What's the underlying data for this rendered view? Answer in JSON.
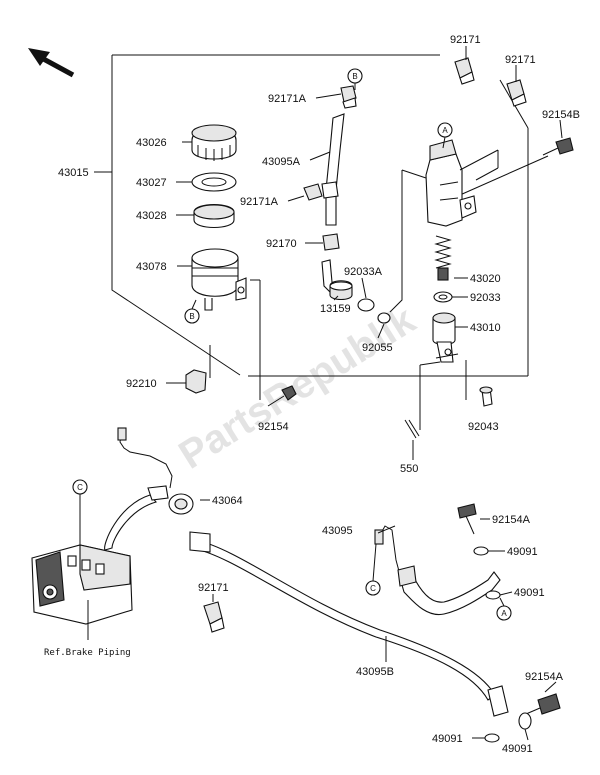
{
  "diagram": {
    "watermark": "PartsRepublik",
    "reference_note": "Ref.Brake Piping",
    "callouts": {
      "a": "A",
      "b": "B",
      "c": "C"
    },
    "part_labels": {
      "p43015": "43015",
      "p43026": "43026",
      "p43027": "43027",
      "p43028": "43028",
      "p43078": "43078",
      "p92210": "92210",
      "p92154": "92154",
      "p92171A_top": "92171A",
      "p43095A": "43095A",
      "p92171A_mid": "92171A",
      "p92170": "92170",
      "p92033A": "92033A",
      "p13159": "13159",
      "p92055": "92055",
      "p92171_a": "92171",
      "p92171_b": "92171",
      "p92154B": "92154B",
      "p43020": "43020",
      "p92033": "92033",
      "p43010": "43010",
      "p92043": "92043",
      "p550": "550",
      "p43064": "43064",
      "p92171_c": "92171",
      "p43095": "43095",
      "p92154A_top": "92154A",
      "p49091_1": "49091",
      "p49091_2": "49091",
      "p43095B": "43095B",
      "p92154A_bottom": "92154A",
      "p49091_3": "49091",
      "p49091_4": "49091"
    },
    "colors": {
      "line": "#111111",
      "part_fill": "#ffffff",
      "shade": "#e6e6e6",
      "watermark": "#c9c9c9"
    }
  }
}
